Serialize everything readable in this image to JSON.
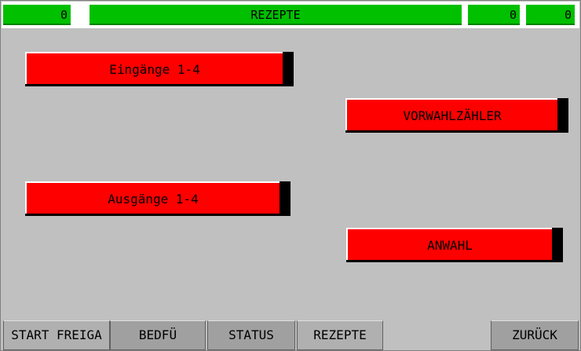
{
  "header": {
    "left_value": "0",
    "title": "REZEPTE",
    "right_value_1": "0",
    "right_value_2": "0"
  },
  "menu": {
    "inputs_label": "Eingänge 1-4",
    "preset_counter_label": "VORWAHLZÄHLER",
    "outputs_label": "Ausgänge 1-4",
    "selection_label": "ANWAHL"
  },
  "function_keys": {
    "start_label": "START FREIGA",
    "bedfu_label": "BEDFÜ",
    "status_label": "STATUS",
    "recipes_label": "REZEPTE",
    "back_label": "ZURÜCK"
  },
  "colors": {
    "header_field": "#00c000",
    "button": "#ff0000",
    "background": "#c0c0c0"
  }
}
